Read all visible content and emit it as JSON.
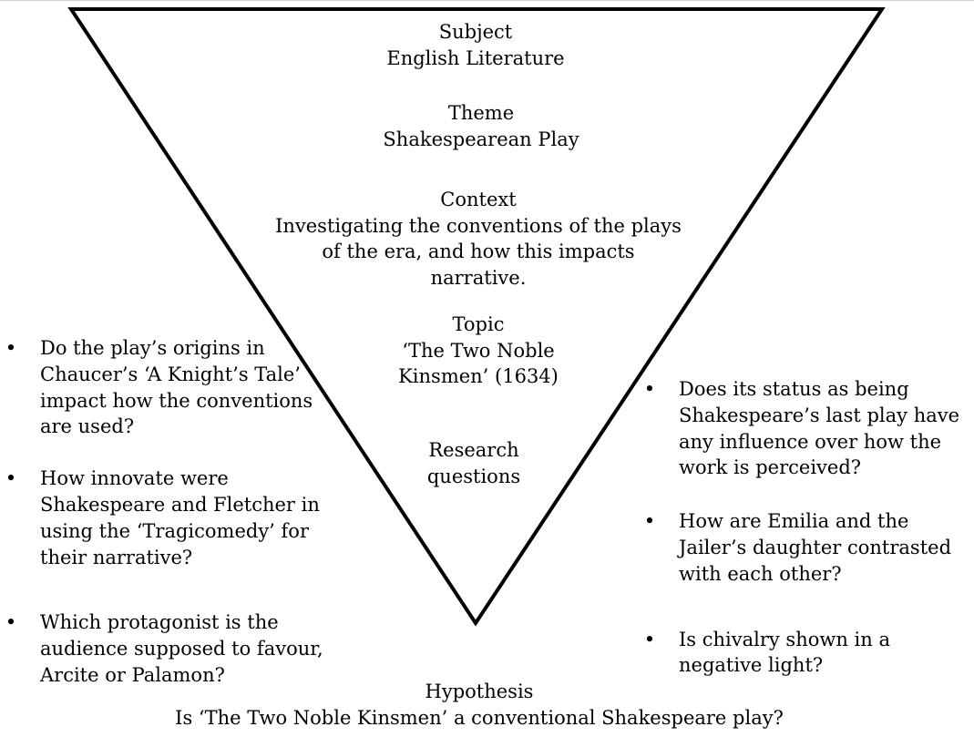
{
  "funnel": {
    "subject": {
      "heading": "Subject",
      "value": "English Literature"
    },
    "theme": {
      "heading": "Theme",
      "value": "Shakespearean Play"
    },
    "context": {
      "heading": "Context",
      "value": "Investigating the conventions of the plays of the era, and how this impacts narrative."
    },
    "topic": {
      "heading": "Topic",
      "value_line1": "‘The Two Noble",
      "value_line2": "Kinsmen’ (1634)"
    },
    "research": {
      "line1": "Research",
      "line2": "questions"
    }
  },
  "questions_left": [
    {
      "bullet": "•",
      "text": "Do the play’s origins in Chaucer’s ‘A Knight’s Tale’ impact how the conventions are used?"
    },
    {
      "bullet": "•",
      "text": "How innovate were Shakespeare and Fletcher in using the ‘Tragicomedy’ for their narrative?"
    },
    {
      "bullet": "•",
      "text": "Which protagonist is the audience supposed to favour, Arcite or Palamon?"
    }
  ],
  "questions_right": [
    {
      "bullet": "•",
      "text": "Does its status as being Shakespeare’s last play have any influence over how the work is perceived?"
    },
    {
      "bullet": "•",
      "text": "How are Emilia and the Jailer’s daughter contrasted with each other?"
    },
    {
      "bullet": "•",
      "text": "Is chivalry shown in a negative light?"
    }
  ],
  "hypothesis": {
    "heading": "Hypothesis",
    "value": "Is ‘The Two Noble Kinsmen’ a conventional Shakespeare play?"
  }
}
